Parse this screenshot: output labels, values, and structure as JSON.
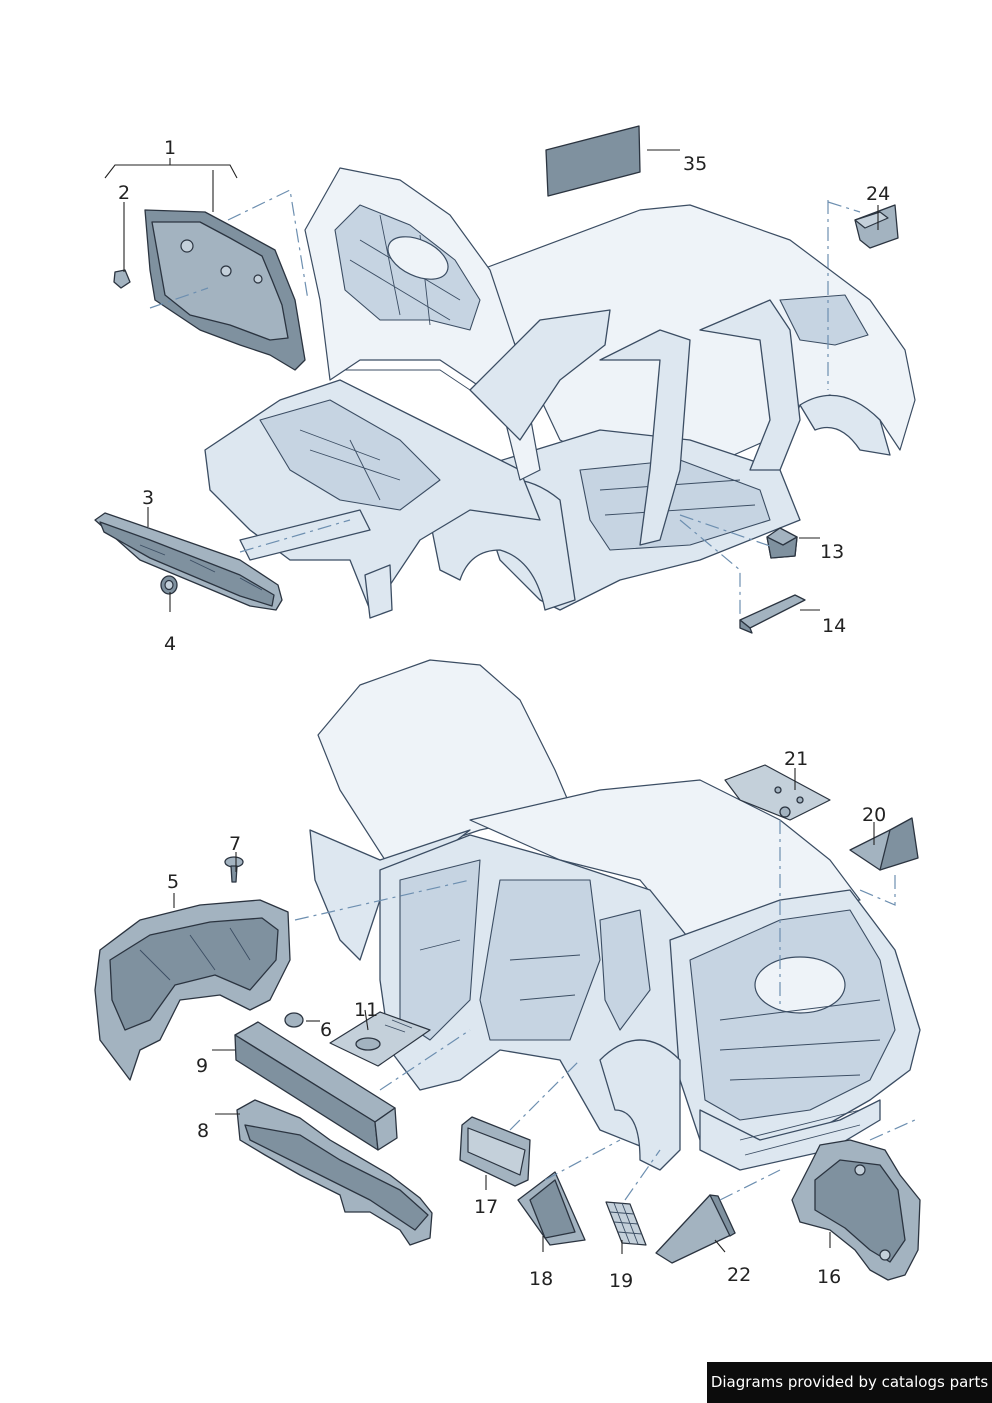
{
  "callouts": {
    "c1": "1",
    "c2": "2",
    "c3": "3",
    "c4": "4",
    "c5": "5",
    "c6": "6",
    "c7": "7",
    "c8": "8",
    "c9": "9",
    "c11": "11",
    "c13": "13",
    "c14": "14",
    "c16": "16",
    "c17": "17",
    "c18": "18",
    "c19": "19",
    "c20": "20",
    "c21": "21",
    "c22": "22",
    "c24": "24",
    "c35": "35"
  },
  "footer": {
    "credit": "Diagrams provided by catalogs parts"
  },
  "colors": {
    "body_fill": "#dde7f0",
    "part_fill": "#7f919f",
    "outline": "#3b4d63",
    "leader_dash": "#6d8fb0"
  }
}
